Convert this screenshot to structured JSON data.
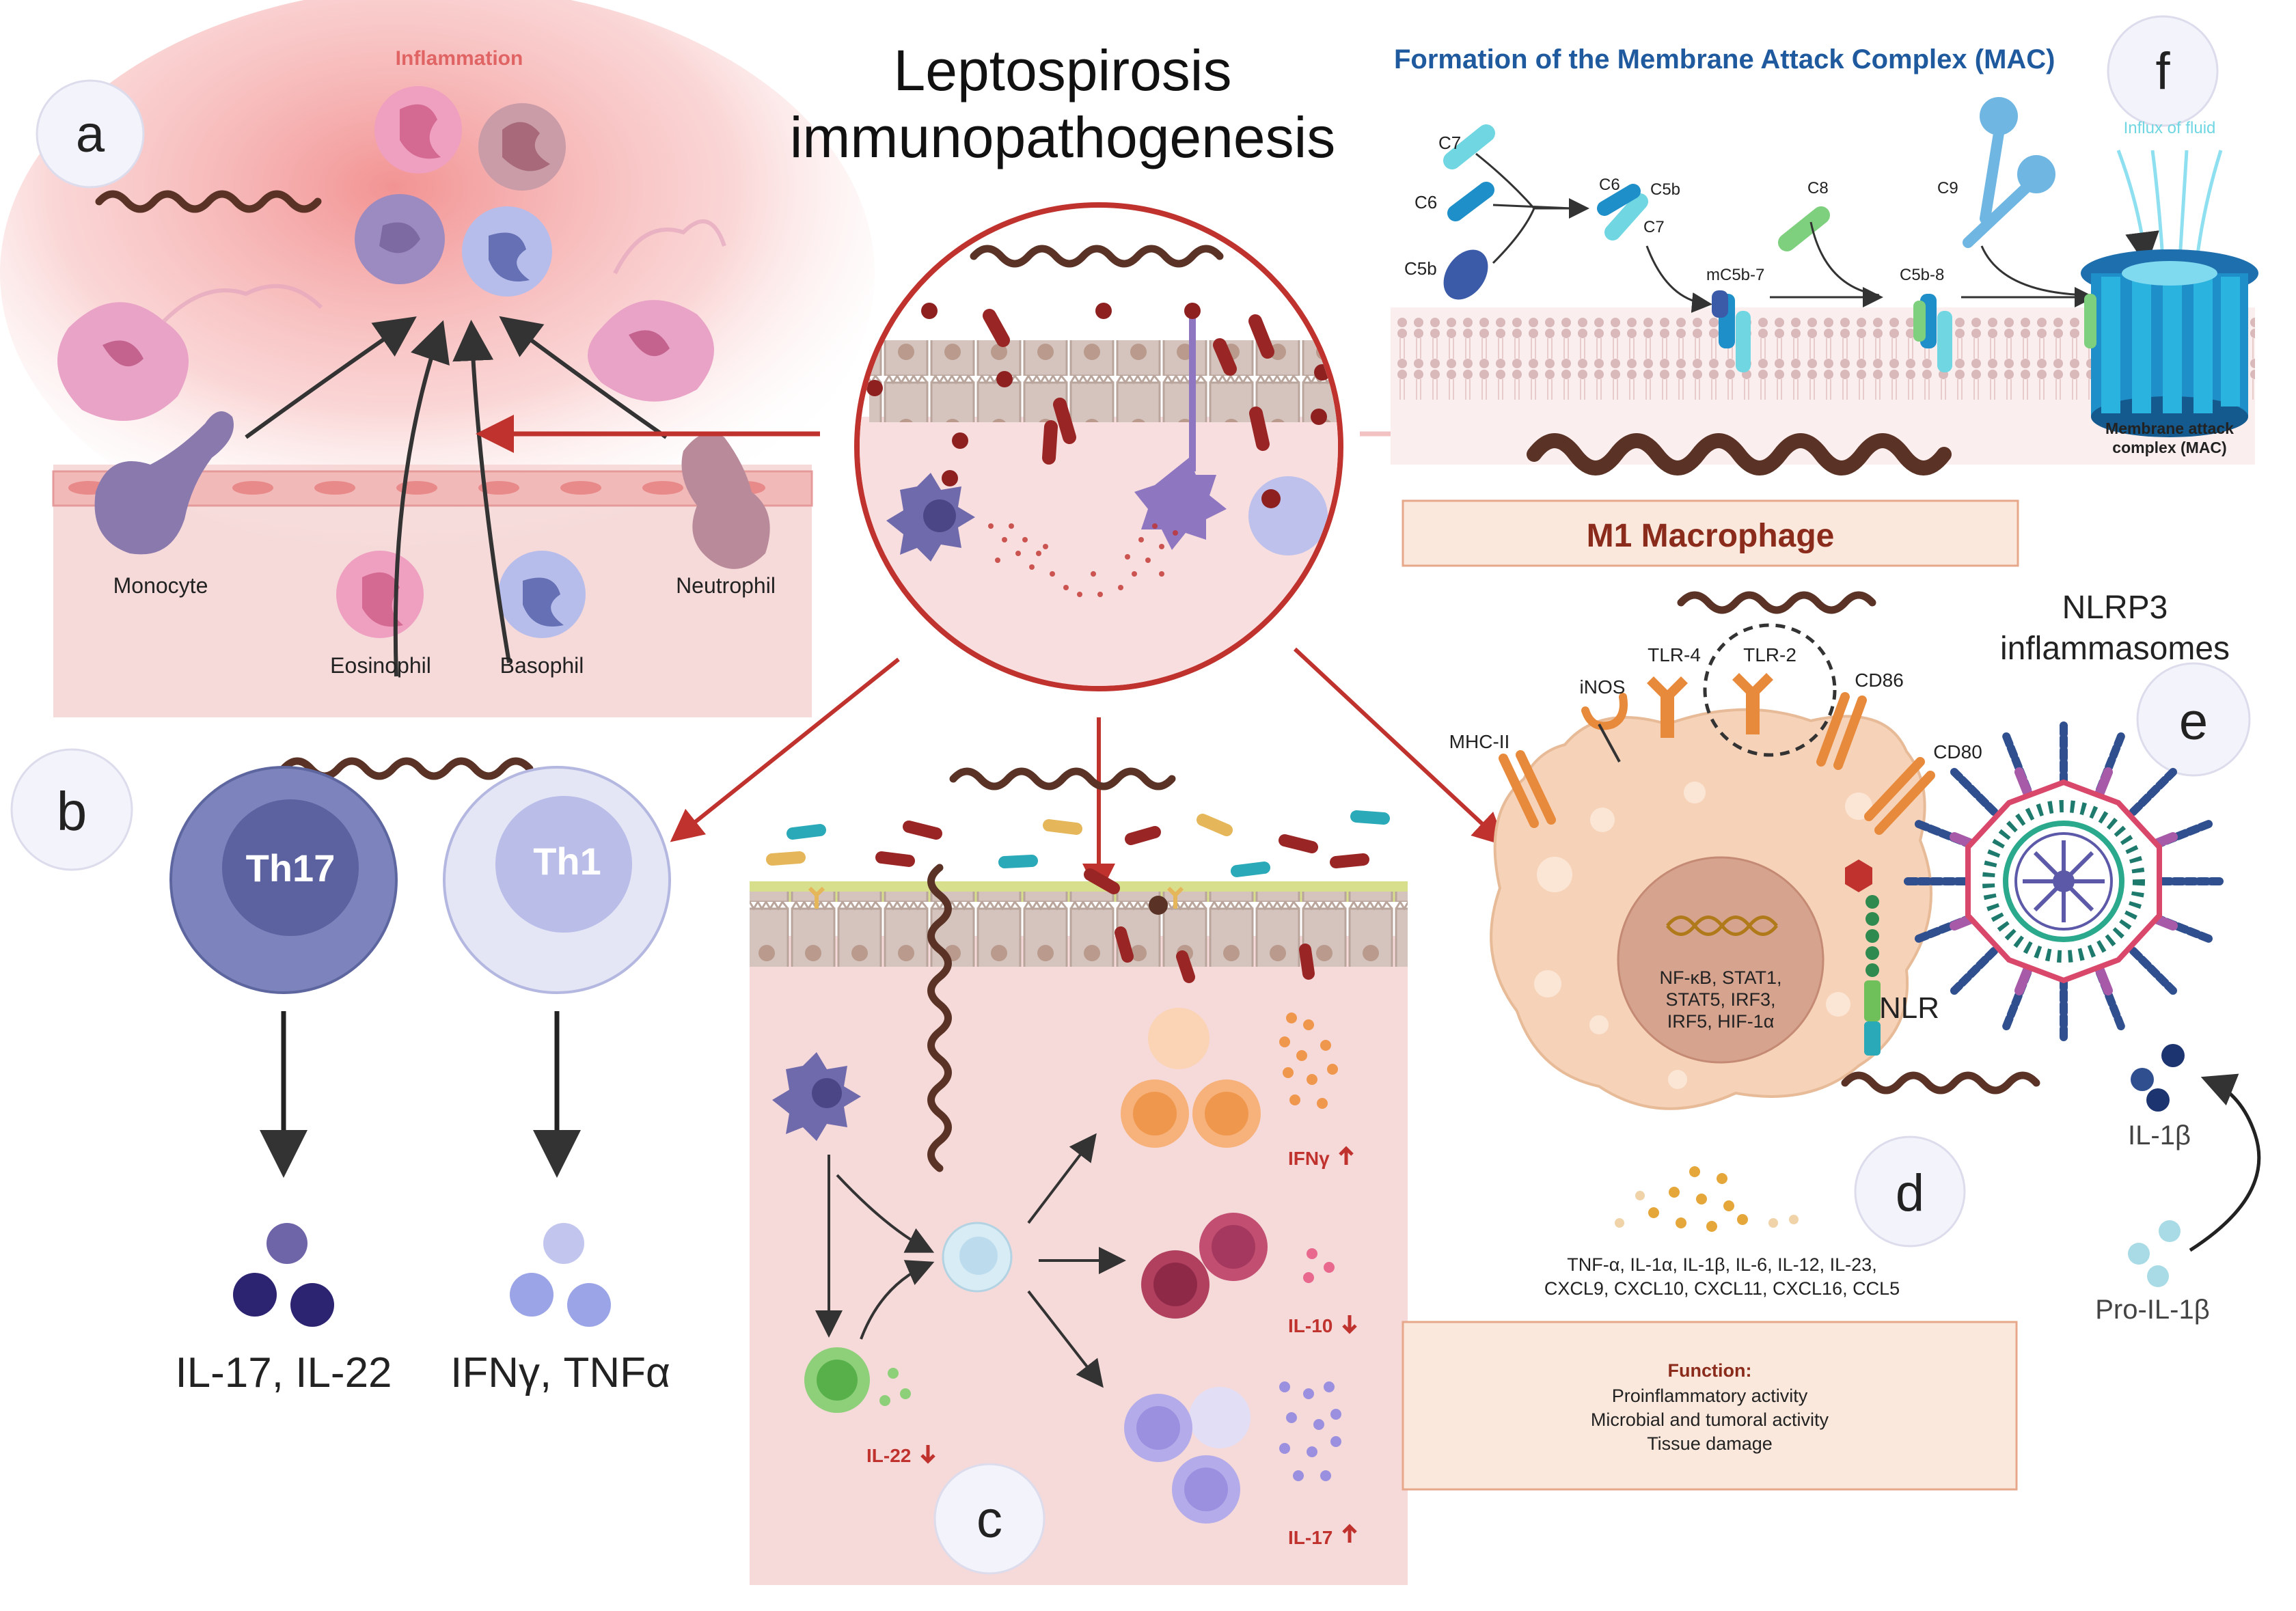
{
  "title": {
    "line1": "Leptospirosis",
    "line2": "immunopathogenesis"
  },
  "panel_a": {
    "letter": "a",
    "heading": "Inflammation",
    "cells": {
      "monocyte": "Monocyte",
      "eosinophil": "Eosinophil",
      "basophil": "Basophil",
      "neutrophil": "Neutrophil"
    }
  },
  "panel_b": {
    "letter": "b",
    "th17": "Th17",
    "th1": "Th1",
    "th17_cytokines": "IL-17, IL-22",
    "th1_cytokines": "IFNγ, TNFα"
  },
  "panel_c": {
    "letter": "c",
    "ifng": "IFNγ",
    "il10": "IL-10",
    "il22": "IL-22",
    "il17": "IL-17"
  },
  "panel_d": {
    "letter": "d",
    "macrophage_title": "M1 Macrophage",
    "receptors": {
      "tlr4": "TLR-4",
      "tlr2": "TLR-2",
      "inos": "iNOS",
      "cd86": "CD86",
      "mhc2": "MHC-II",
      "cd80": "CD80",
      "nlr": "NLR"
    },
    "nucleus": [
      "NF-κB, STAT1,",
      "STAT5, IRF3,",
      "IRF5, HIF-1α"
    ],
    "cytokines": [
      "TNF-α, IL-1α, IL-1β, IL-6, IL-12, IL-23,",
      "CXCL9, CXCL10, CXCL11, CXCL16, CCL5"
    ],
    "function_title": "Function:",
    "function_items": [
      "Proinflammatory activity",
      "Microbial and tumoral activity",
      "Tissue damage"
    ]
  },
  "panel_e": {
    "letter": "e",
    "title_line1": "NLRP3",
    "title_line2": "inflammasomes",
    "il1b": "IL-1β",
    "pro_il1b": "Pro-IL-1β"
  },
  "panel_f": {
    "letter": "f",
    "title": "Formation of the Membrane Attack Complex (MAC)",
    "influx": "Influx of fluid",
    "components": {
      "c7": "C7",
      "c6": "C6",
      "c5b": "C5b",
      "c6b": "C6",
      "c5b_b": "C5b",
      "c7b": "C7",
      "c8": "C8",
      "c9": "C9",
      "mc5b7": "mC5b-7",
      "c5b8": "C5b-8"
    },
    "mac_label": [
      "Membrane attack",
      "complex (MAC)"
    ]
  },
  "colors": {
    "accent_red": "#c0322e",
    "title_blue": "#1f5a9e",
    "spirochete": "#5a3326",
    "th17": "#6e76b0",
    "th1": "#c9cdea",
    "macrophage": "#f6d3b8",
    "tissue_pink": "#f6d9d9"
  }
}
